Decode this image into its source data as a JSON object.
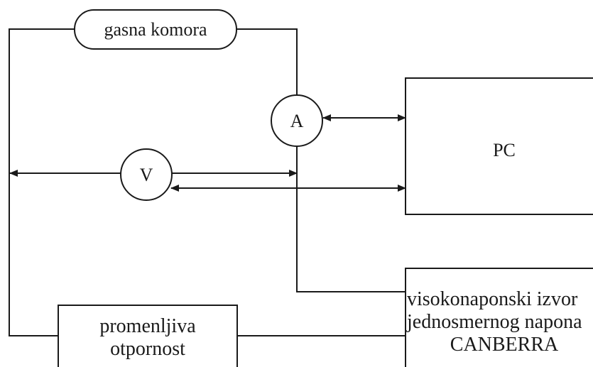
{
  "nodes": {
    "gas_chamber": {
      "label": "gasna komora"
    },
    "ammeter": {
      "label": "A"
    },
    "voltmeter": {
      "label": "V"
    },
    "pc": {
      "label": "PC"
    },
    "hv_source": {
      "lines": [
        "visokonaponski izvor",
        "jednosmernog napona",
        "CANBERRA"
      ]
    },
    "variable_resistor": {
      "lines": [
        "promenljiva",
        "otpornost"
      ]
    }
  },
  "colors": {
    "line": "#1a1a1a",
    "background": "#ffffff"
  }
}
